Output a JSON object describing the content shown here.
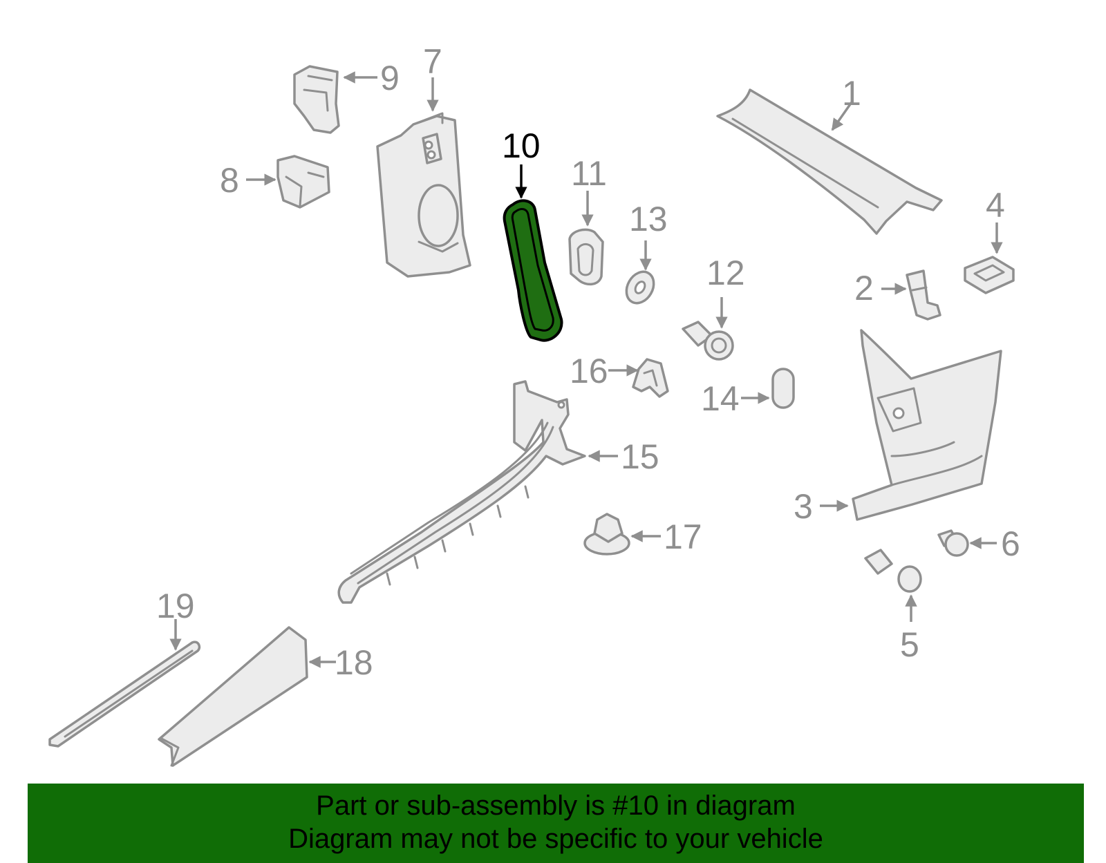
{
  "callouts": {
    "c1": "1",
    "c2": "2",
    "c3": "3",
    "c4": "4",
    "c5": "5",
    "c6": "6",
    "c7": "7",
    "c8": "8",
    "c9": "9",
    "c10": "10",
    "c11": "11",
    "c12": "12",
    "c13": "13",
    "c14": "14",
    "c15": "15",
    "c16": "16",
    "c17": "17",
    "c18": "18",
    "c19": "19"
  },
  "highlighted_part": "10",
  "banner": {
    "line1": "Part or sub-assembly is #10 in diagram",
    "line2": "Diagram may not be specific to your vehicle"
  },
  "colors": {
    "highlight": "#1f6e12",
    "banner": "#106d06",
    "outline": "#8f8f8f"
  }
}
